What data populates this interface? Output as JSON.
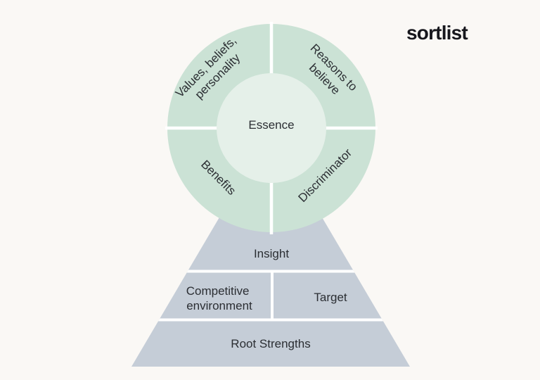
{
  "brand": {
    "logo_text": "sortlist",
    "logo_color": "#17171d"
  },
  "colors": {
    "background": "#faf8f5",
    "ring_green": "#cbe2d5",
    "center_green": "#e5f0e9",
    "pyramid_gray": "#c5cdd7",
    "divider_white": "#ffffff",
    "text_dark": "#2b2e33"
  },
  "donut": {
    "center_label": "Essence",
    "segments": [
      {
        "position": "top-left",
        "lines": [
          "Values, beliefs,",
          "personality"
        ]
      },
      {
        "position": "top-right",
        "lines": [
          "Reasons to",
          "believe"
        ]
      },
      {
        "position": "bottom-left",
        "lines": [
          "Benefits"
        ]
      },
      {
        "position": "bottom-right",
        "lines": [
          "Discriminator"
        ]
      }
    ]
  },
  "pyramid": {
    "rows": [
      {
        "cells": [
          {
            "label": "Insight"
          }
        ]
      },
      {
        "cells": [
          {
            "lines": [
              "Competitive",
              "environment"
            ]
          },
          {
            "label": "Target"
          }
        ]
      },
      {
        "cells": [
          {
            "label": "Root Strengths"
          }
        ]
      }
    ]
  }
}
